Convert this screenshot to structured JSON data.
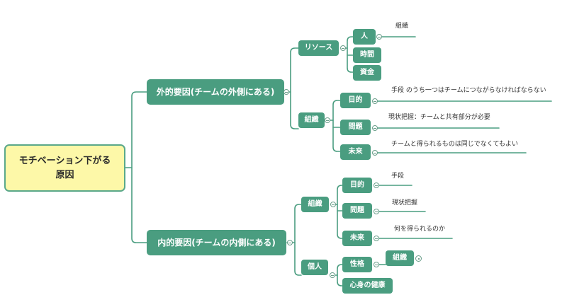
{
  "root": {
    "line1": "モチベーション下がる",
    "line2": "原因"
  },
  "external": {
    "label": "外的要因(チームの外側にある)",
    "resources": {
      "label": "リソース",
      "people": {
        "label": "人",
        "note": "組織"
      },
      "time": {
        "label": "時間"
      },
      "money": {
        "label": "資金"
      }
    },
    "organization": {
      "label": "組織",
      "purpose": {
        "label": "目的",
        "note": "手段 のうち一つはチームにつながらなければならない"
      },
      "problem": {
        "label": "問題",
        "note": "現状把握：チームと共有部分が必要"
      },
      "future": {
        "label": "未来",
        "note": "チームと得られるものは同じでなくてもよい"
      }
    }
  },
  "internal": {
    "label": "内的要因(チームの内側にある)",
    "organization": {
      "label": "組織",
      "purpose": {
        "label": "目的",
        "note": "手段"
      },
      "problem": {
        "label": "問題",
        "note": "現状把握"
      },
      "future": {
        "label": "未来",
        "note": "何を得られるのか"
      }
    },
    "individual": {
      "label": "個人",
      "personality": {
        "label": "性格",
        "child": "組織"
      },
      "health": {
        "label": "心身の健康"
      }
    }
  },
  "colors": {
    "node_fill": "#4a9d80",
    "root_fill": "#fdf8a8",
    "line": "#4a9d80"
  }
}
